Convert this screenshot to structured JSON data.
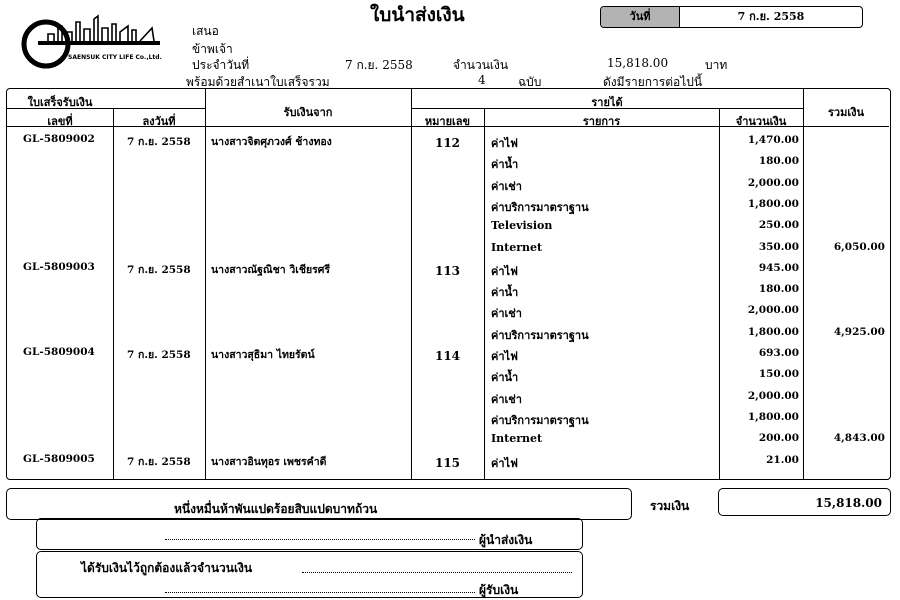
{
  "logo": {
    "text": "SAENSUK CITY LIFE Co.,Ltd."
  },
  "title": "ใบนำส่งเงิน",
  "date_box": {
    "label": "วันที่",
    "value": "7 ก.ย. 2558"
  },
  "header": {
    "line1": "เสนอ",
    "line2": "ข้าพเจ้า",
    "date_label": "ประจำวันที่",
    "date_value": "7 ก.ย. 2558",
    "amount_label": "จำนวนเงิน",
    "amount_value": "15,818.00",
    "amount_unit": "บาท",
    "receipt_label": "พร้อมด้วยสำเนาใบเสร็จรวม",
    "receipt_count": "4",
    "receipt_unit": "ฉบับ",
    "receipt_note": "ดังมีรายการต่อไปนี้"
  },
  "columns": {
    "receipt_group": "ใบเสร็จรับเงิน",
    "receipt_no": "เลขที่",
    "receipt_date": "ลงวันที่",
    "received_from": "รับเงินจาก",
    "income_group": "รายได้",
    "code": "หมายเลข",
    "item": "รายการ",
    "amount": "จำนวนเงิน",
    "total": "รวมเงิน"
  },
  "receipts": [
    {
      "no": "GL-5809002",
      "date": "7 ก.ย. 2558",
      "name": "นางสาวจิตศุภวงศ์ ช้างทอง",
      "code": "112"
    },
    {
      "no": "GL-5809003",
      "date": "7 ก.ย. 2558",
      "name": "นางสาวณัฐณิชา วิเชียรศรี",
      "code": "113"
    },
    {
      "no": "GL-5809004",
      "date": "7 ก.ย. 2558",
      "name": "นางสาวสุธิมา ไทยรัตน์",
      "code": "114"
    },
    {
      "no": "GL-5809005",
      "date": "7 ก.ย. 2558",
      "name": "นางสาวอินทุอร เพชรคำดี",
      "code": "115"
    }
  ],
  "lines": [
    {
      "item": "ค่าไฟ",
      "amount": "1,470.00",
      "total": ""
    },
    {
      "item": "ค่าน้ำ",
      "amount": "180.00",
      "total": ""
    },
    {
      "item": "ค่าเช่า",
      "amount": "2,000.00",
      "total": ""
    },
    {
      "item": "ค่าบริการมาตราฐาน",
      "amount": "1,800.00",
      "total": ""
    },
    {
      "item": "Television",
      "amount": "250.00",
      "total": ""
    },
    {
      "item": "Internet",
      "amount": "350.00",
      "total": "6,050.00"
    },
    {
      "item": "ค่าไฟ",
      "amount": "945.00",
      "total": ""
    },
    {
      "item": "ค่าน้ำ",
      "amount": "180.00",
      "total": ""
    },
    {
      "item": "ค่าเช่า",
      "amount": "2,000.00",
      "total": ""
    },
    {
      "item": "ค่าบริการมาตราฐาน",
      "amount": "1,800.00",
      "total": "4,925.00"
    },
    {
      "item": "ค่าไฟ",
      "amount": "693.00",
      "total": ""
    },
    {
      "item": "ค่าน้ำ",
      "amount": "150.00",
      "total": ""
    },
    {
      "item": "ค่าเช่า",
      "amount": "2,000.00",
      "total": ""
    },
    {
      "item": "ค่าบริการมาตราฐาน",
      "amount": "1,800.00",
      "total": ""
    },
    {
      "item": "Internet",
      "amount": "200.00",
      "total": "4,843.00"
    },
    {
      "item": "ค่าไฟ",
      "amount": "21.00",
      "total": ""
    }
  ],
  "footer": {
    "amount_words": "หนึ่งหมื่นห้าพันแปดร้อยสิบแปดบาทถ้วน",
    "total_label": "รวมเงิน",
    "total_value": "15,818.00",
    "sender_label": "ผู้นำส่งเงิน",
    "confirm_text": "ได้รับเงินไว้ถูกต้องแล้วจำนวนเงิน",
    "receiver_label": "ผู้รับเงิน"
  }
}
